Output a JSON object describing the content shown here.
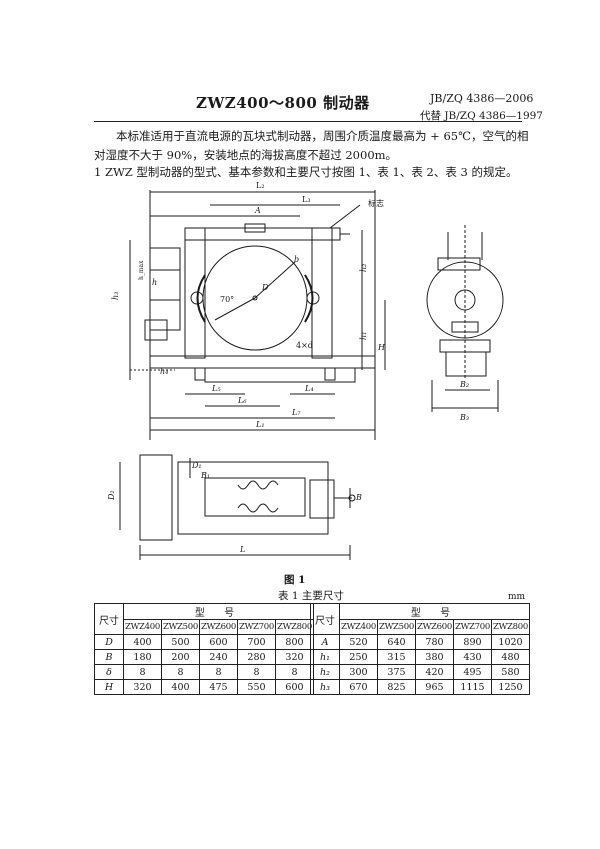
{
  "header": {
    "standard_code": "JB/ZQ 4386—2006",
    "replaces": "代替 JB/ZQ 4386—1997",
    "title": "ZWZ400～800 制动器"
  },
  "body": {
    "paragraph_1": "本标准适用于直流电源的瓦块式制动器，周围介质温度最高为 + 65℃，空气的相对湿度不大于 90%，安装地点的海拔高度不超过 2000m。",
    "paragraph_2": "1   ZWZ 型制动器的型式、基本参数和主要尺寸按图 1、表 1、表 2、表 3 的规定。"
  },
  "figure": {
    "caption": "图 1",
    "labels": {
      "L2": "L₂",
      "L3": "L₃",
      "A": "A",
      "mark": "标志",
      "b": "b",
      "D": "D",
      "angle": "70°",
      "h": "h",
      "hmax": "h_max",
      "h1": "h₁",
      "h2": "h₂",
      "h3": "h₃",
      "h4": "h₄",
      "H": "H",
      "fourd": "4×d",
      "L4": "L₄",
      "L5": "L₅",
      "L6": "L₆",
      "L7": "L₇",
      "L1": "L₁",
      "B2": "B₂",
      "B3": "B₃",
      "D1": "D₁",
      "B1": "B₁",
      "D2": "D₂",
      "B": "B",
      "L": "L"
    }
  },
  "table1": {
    "caption": "表 1   主要尺寸",
    "unit": "mm",
    "dim_header": "尺寸",
    "group_header": "型   号",
    "models": [
      "ZWZ400",
      "ZWZ500",
      "ZWZ600",
      "ZWZ700",
      "ZWZ800"
    ],
    "left_rows": [
      {
        "label": "D",
        "values": [
          "400",
          "500",
          "600",
          "700",
          "800"
        ]
      },
      {
        "label": "B",
        "values": [
          "180",
          "200",
          "240",
          "280",
          "320"
        ]
      },
      {
        "label": "δ",
        "values": [
          "8",
          "8",
          "8",
          "8",
          "8"
        ]
      },
      {
        "label": "H",
        "values": [
          "320",
          "400",
          "475",
          "550",
          "600"
        ]
      }
    ],
    "right_rows": [
      {
        "label": "A",
        "values": [
          "520",
          "640",
          "780",
          "890",
          "1020"
        ]
      },
      {
        "label": "h₁",
        "values": [
          "250",
          "315",
          "380",
          "430",
          "480"
        ]
      },
      {
        "label": "h₂",
        "values": [
          "300",
          "375",
          "420",
          "495",
          "580"
        ]
      },
      {
        "label": "h₃",
        "values": [
          "670",
          "825",
          "965",
          "1115",
          "1250"
        ]
      }
    ]
  }
}
